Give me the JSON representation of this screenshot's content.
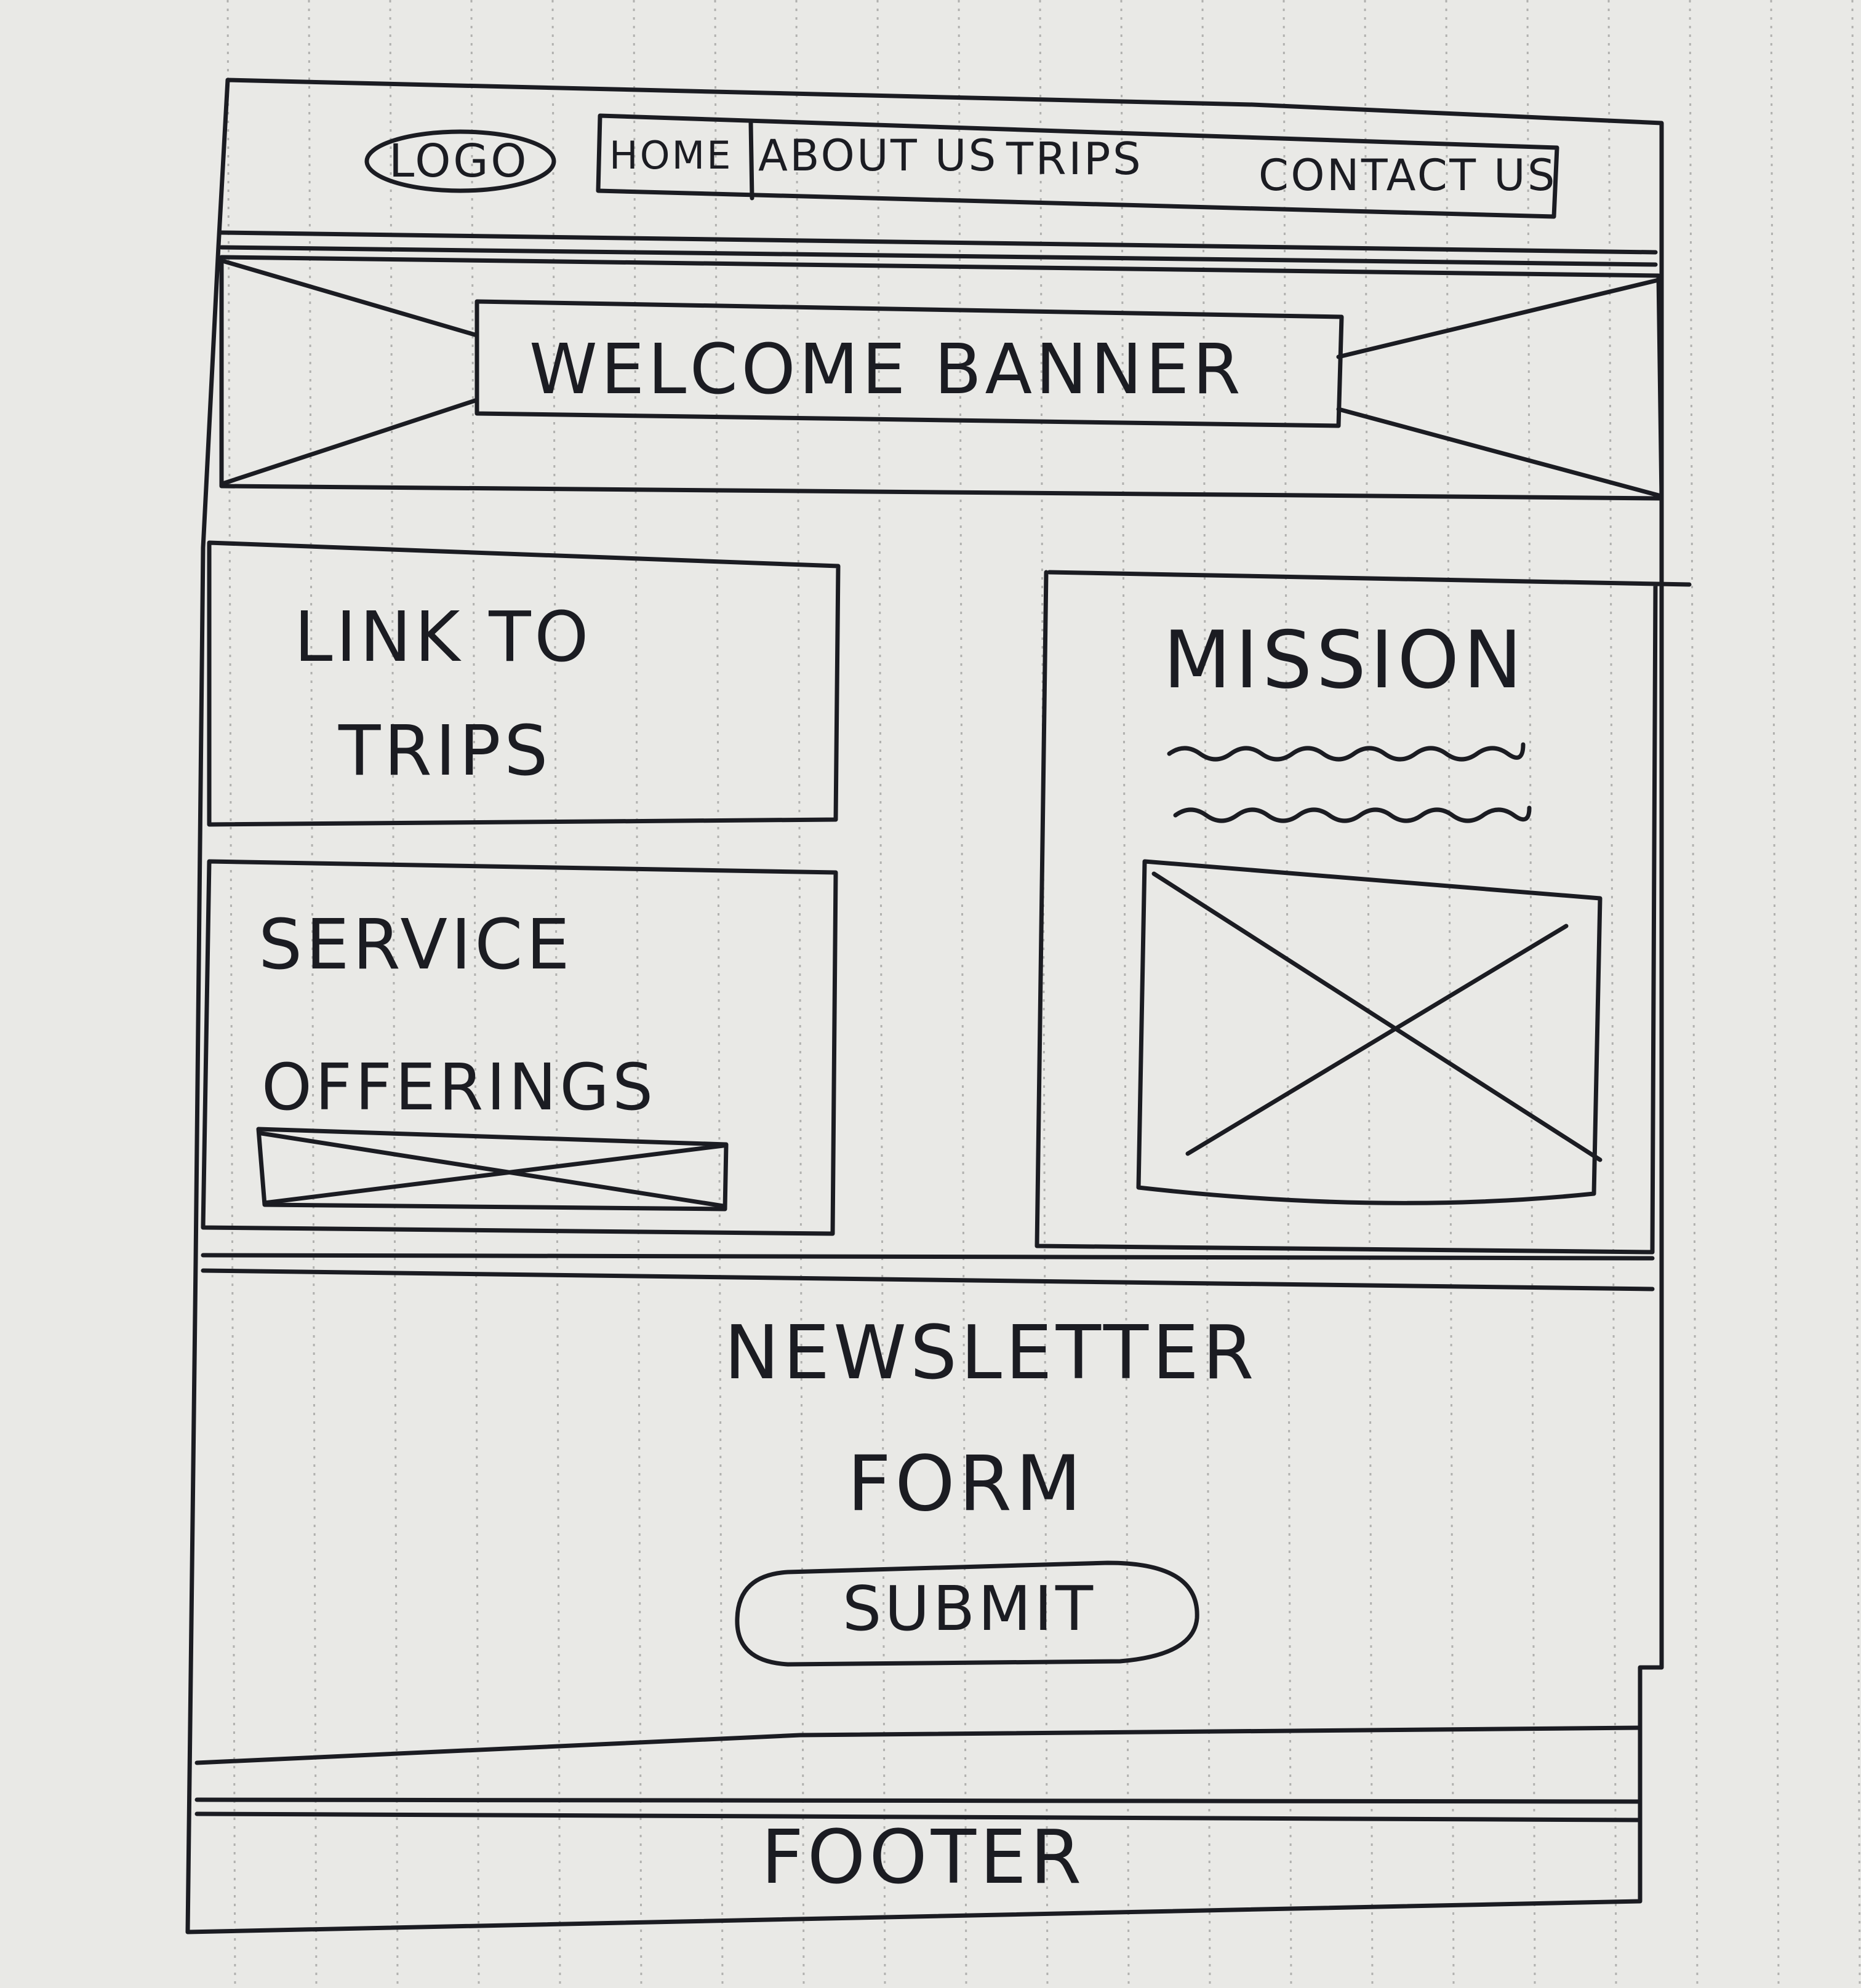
{
  "header": {
    "logo_label": "LOGO",
    "nav": {
      "items": [
        "HOME",
        "ABOUT US",
        "TRIPS",
        "CONTACT US"
      ]
    }
  },
  "banner": {
    "label": "WELCOME BANNER"
  },
  "trips_link": {
    "line1": "LINK TO",
    "line2": "TRIPS"
  },
  "services": {
    "line1": "SERVICE",
    "line2": "OFFERINGS"
  },
  "mission": {
    "label": "MISSION"
  },
  "newsletter": {
    "line1": "NEWSLETTER",
    "line2": "FORM",
    "submit_label": "SUBMIT"
  },
  "footer": {
    "label": "FOOTER"
  },
  "colors": {
    "paper": "#e9e9e6",
    "ink": "#1b1c22",
    "grid": "#9a9a98"
  }
}
